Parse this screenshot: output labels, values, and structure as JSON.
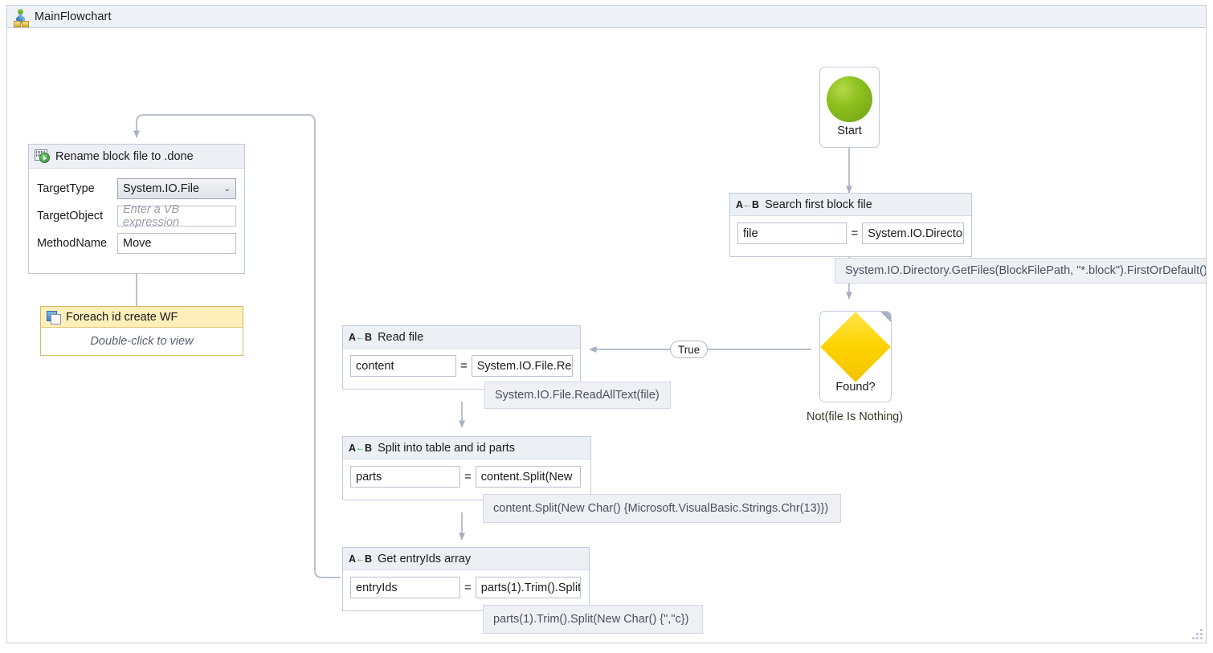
{
  "window": {
    "title": "MainFlowchart",
    "icon": "flowchart-icon"
  },
  "nodes": {
    "start": {
      "label": "Start",
      "icon": "green-circle"
    },
    "search_block": {
      "icon_name": "assign-icon",
      "icon_text": "A",
      "icon_arrow": "←",
      "icon_text2": "B",
      "title": "Search first block file",
      "variable": "file",
      "operator": "=",
      "expression_visible": "System.IO.Director",
      "expression_full": "System.IO.Directory.GetFiles(BlockFilePath, \"*.block\").FirstOrDefault()"
    },
    "decision": {
      "label": "Found?",
      "condition": "Not(file Is Nothing)",
      "branch_true": "True"
    },
    "read_file": {
      "icon_name": "assign-icon",
      "icon_text": "A",
      "icon_arrow": "←",
      "icon_text2": "B",
      "title": "Read file",
      "variable": "content",
      "operator": "=",
      "expression_visible": "System.IO.File.Reac",
      "expression_full": "System.IO.File.ReadAllText(file)"
    },
    "split_parts": {
      "icon_name": "assign-icon",
      "icon_text": "A",
      "icon_arrow": "←",
      "icon_text2": "B",
      "title": "Split into table and id parts",
      "variable": "parts",
      "operator": "=",
      "expression_visible": "content.Split(New ",
      "expression_full": "content.Split(New Char() {Microsoft.VisualBasic.Strings.Chr(13)})"
    },
    "entry_ids": {
      "icon_name": "assign-icon",
      "icon_text": "A",
      "icon_arrow": "←",
      "icon_text2": "B",
      "title": "Get entryIds array",
      "variable": "entryIds",
      "operator": "=",
      "expression_visible": "parts(1).Trim().Split",
      "expression_full": "parts(1).Trim().Split(New Char() {\",\"c})"
    },
    "rename": {
      "icon_name": "invoke-method-icon",
      "title": "Rename block file to .done",
      "properties": [
        {
          "name": "TargetType",
          "control": "combobox",
          "value": "System.IO.File",
          "chevron": "⌄"
        },
        {
          "name": "TargetObject",
          "control": "textbox",
          "value": "",
          "placeholder": "Enter a VB expression"
        },
        {
          "name": "MethodName",
          "control": "textbox",
          "value": "Move",
          "placeholder": ""
        }
      ]
    },
    "foreach": {
      "icon_name": "foreach-icon",
      "title": "Foreach id create WF",
      "body": "Double-click to view"
    }
  },
  "colors": {
    "accent_start": "#8ec11f",
    "accent_decision": "#ffd400",
    "foreach_header": "#fdeeba",
    "node_header": "#eceff4",
    "connector": "#b9c0cf",
    "titlebar": "#eef1f6"
  }
}
